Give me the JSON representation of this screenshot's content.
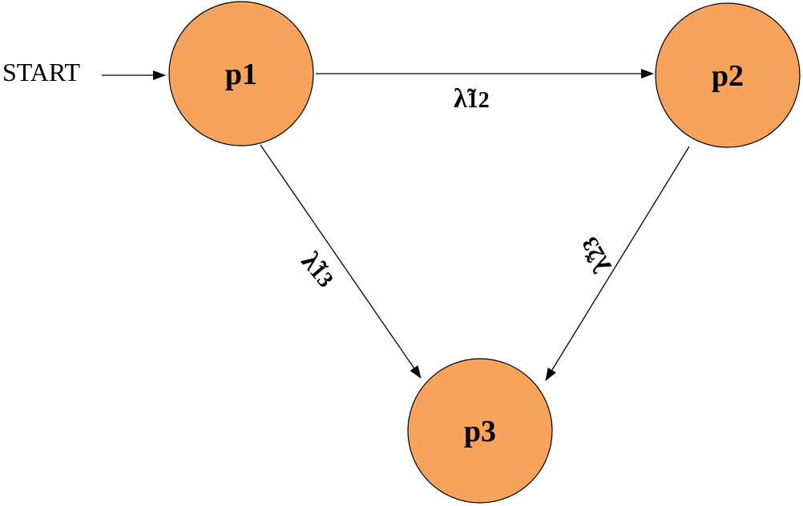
{
  "start": {
    "label": "START"
  },
  "colors": {
    "node_fill": "#F7A35C",
    "stroke": "#000000",
    "text": "#000000"
  },
  "nodes": [
    {
      "id": "p1",
      "label": "p1"
    },
    {
      "id": "p2",
      "label": "p2"
    },
    {
      "id": "p3",
      "label": "p3"
    }
  ],
  "edges": [
    {
      "from": "p1",
      "to": "p2",
      "symbol": "λ̃",
      "subscript": "12"
    },
    {
      "from": "p1",
      "to": "p3",
      "symbol": "λ̃",
      "subscript": "13"
    },
    {
      "from": "p2",
      "to": "p3",
      "symbol": "λ̃",
      "subscript": "23"
    }
  ]
}
